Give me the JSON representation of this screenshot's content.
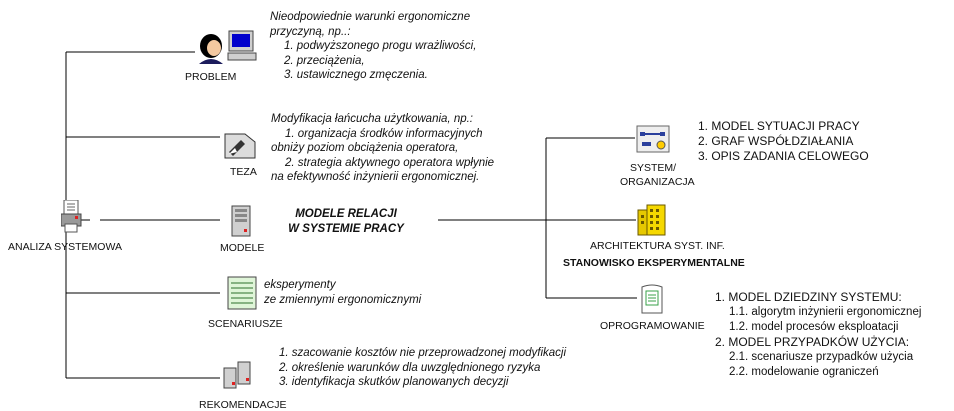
{
  "nodes": {
    "root": "ANALIZA SYSTEMOWA",
    "problem": "PROBLEM",
    "teza": "TEZA",
    "modele": "MODELE",
    "scenariusze": "SCENARIUSZE",
    "rekomendacje": "REKOMENDACJE",
    "system_org_line1": "SYSTEM/",
    "system_org_line2": "ORGANIZACJA",
    "architektura": "ARCHITEKTURA SYST. INF.",
    "stanowisko": "STANOWISKO EKSPERYMENTALNE",
    "oprogramowanie": "OPROGRAMOWANIE"
  },
  "problem_text": {
    "line1": "Nieodpowiednie warunki ergonomiczne",
    "line2": "przyczyną, np..:",
    "item1": "1. podwyższonego progu wrażliwości,",
    "item2": "2. przeciążenia,",
    "item3": "3. ustawicznego zmęczenia."
  },
  "teza_text": {
    "line1": "Modyfikacja łańcucha użytkowania, np.:",
    "line2": "1. organizacja środków informacyjnych",
    "line3": "obniży poziom obciążenia operatora,",
    "line4": "2. strategia aktywnego operatora wpłynie",
    "line5": "na efektywność inżynierii ergonomicznej."
  },
  "modele_text": {
    "line1": "MODELE RELACJI",
    "line2": "W SYSTEMIE PRACY"
  },
  "scenariusze_text": {
    "line1": "eksperymenty",
    "line2": "ze zmiennymi ergonomicznymi"
  },
  "rekomendacje_text": {
    "item1": "1. szacowanie kosztów nie przeprowadzonej modyfikacji",
    "item2": "2. określenie warunków dla uwzględnionego ryzyka",
    "item3": "3. identyfikacja skutków planowanych decyzji"
  },
  "system_list": {
    "item1": "1. MODEL SYTUACJI PRACY",
    "item2": "2. GRAF WSPÓŁDZIAŁANIA",
    "item3": "3. OPIS ZADANIA CELOWEGO"
  },
  "oprog_list": {
    "item1": "1. MODEL DZIEDZINY SYSTEMU:",
    "item1a": "1.1. algorytm inżynierii ergonomicznej",
    "item1b": "1.2. model procesów eksploatacji",
    "item2": "2. MODEL PRZYPADKÓW UŻYCIA:",
    "item2a": "2.1. scenariusze przypadków użycia",
    "item2b": "2.2. modelowanie ograniczeń"
  },
  "icons": [
    "user-at-computer-icon",
    "document-pen-icon",
    "server-tower-icon",
    "notepad-icon",
    "multi-computer-icon",
    "network-diagram-icon",
    "building-icon",
    "software-screen-icon",
    "printer-document-icon"
  ]
}
